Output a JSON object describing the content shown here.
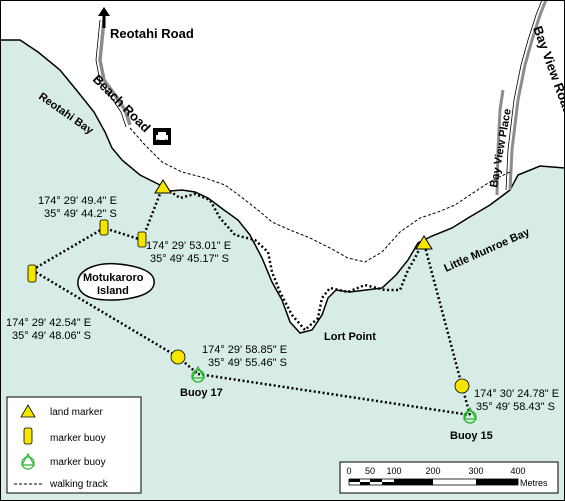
{
  "roads": {
    "reotahi_road": "Reotahi Road",
    "beach_road": "Beach Road",
    "bay_view_road": "Bay View Road",
    "bay_view_place": "Bay View Place"
  },
  "places": {
    "reotahi_bay": "Reotahi Bay",
    "little_munroe_bay": "Little Munroe Bay",
    "lort_point": "Lort Point",
    "island": [
      "Motukaroro",
      "Island"
    ]
  },
  "coordinates": [
    {
      "lon": "174° 29' 49.4\" E",
      "lat": "35° 49' 44.2\" S"
    },
    {
      "lon": "174° 29' 53.01\" E",
      "lat": "35° 49' 45.17\" S"
    },
    {
      "lon": "174° 29' 42.54\" E",
      "lat": "35° 49' 48.06\" S"
    },
    {
      "lon": "174° 29' 58.85\" E",
      "lat": "35° 49' 55.46\" S"
    },
    {
      "lon": "174° 30' 24.78\" E",
      "lat": "35° 49' 58.43\" S"
    }
  ],
  "buoys": {
    "buoy17": "Buoy 17",
    "buoy15": "Buoy 15"
  },
  "legend": {
    "land_marker": "land marker",
    "marker_buoy_yellow": "marker buoy",
    "marker_buoy_green": "marker buoy",
    "walking_track": "walking track"
  },
  "scale": {
    "ticks": [
      "0",
      "50",
      "100",
      "200",
      "300",
      "400"
    ],
    "unit": "Metres"
  },
  "colors": {
    "sea": "#d7ece6",
    "land": "#ffffff",
    "marker_yellow": "#f5e500",
    "buoy_green": "#2ab52a",
    "road_gray": "#8c8c8c"
  }
}
